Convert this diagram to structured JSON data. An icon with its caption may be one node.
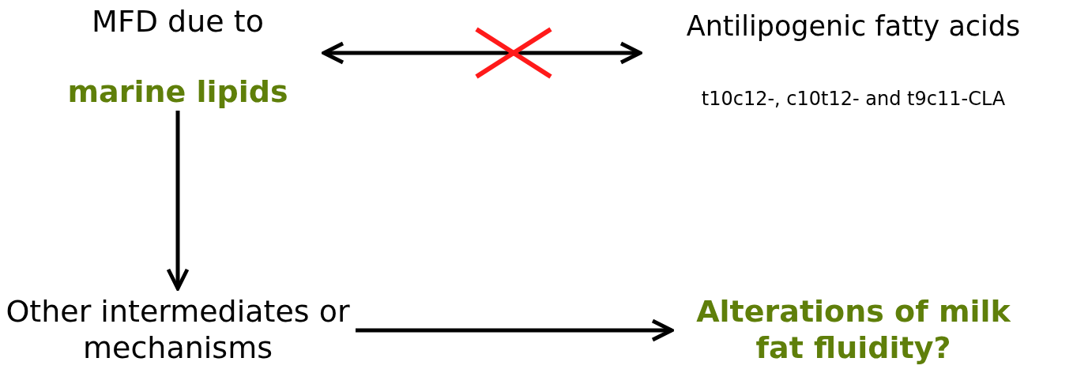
{
  "diagram": {
    "nodes": [
      {
        "text": [
          "MFD due to",
          "marine lipids"
        ]
      },
      {
        "text": [
          "Antilipogenic fatty acids",
          "t10c12-, c10t12- and t9c11-CLA"
        ]
      },
      {
        "text": [
          "Other intermediates or mechanisms"
        ]
      },
      {
        "text": [
          "Alterations of milk fat fluidity?"
        ]
      }
    ],
    "edges": [
      {
        "from": 0,
        "to": 1,
        "arrow": "both"
      },
      {
        "from": 0,
        "to": 2,
        "arrow": "to"
      },
      {
        "from": 2,
        "to": 3,
        "arrow": "to"
      }
    ]
  }
}
